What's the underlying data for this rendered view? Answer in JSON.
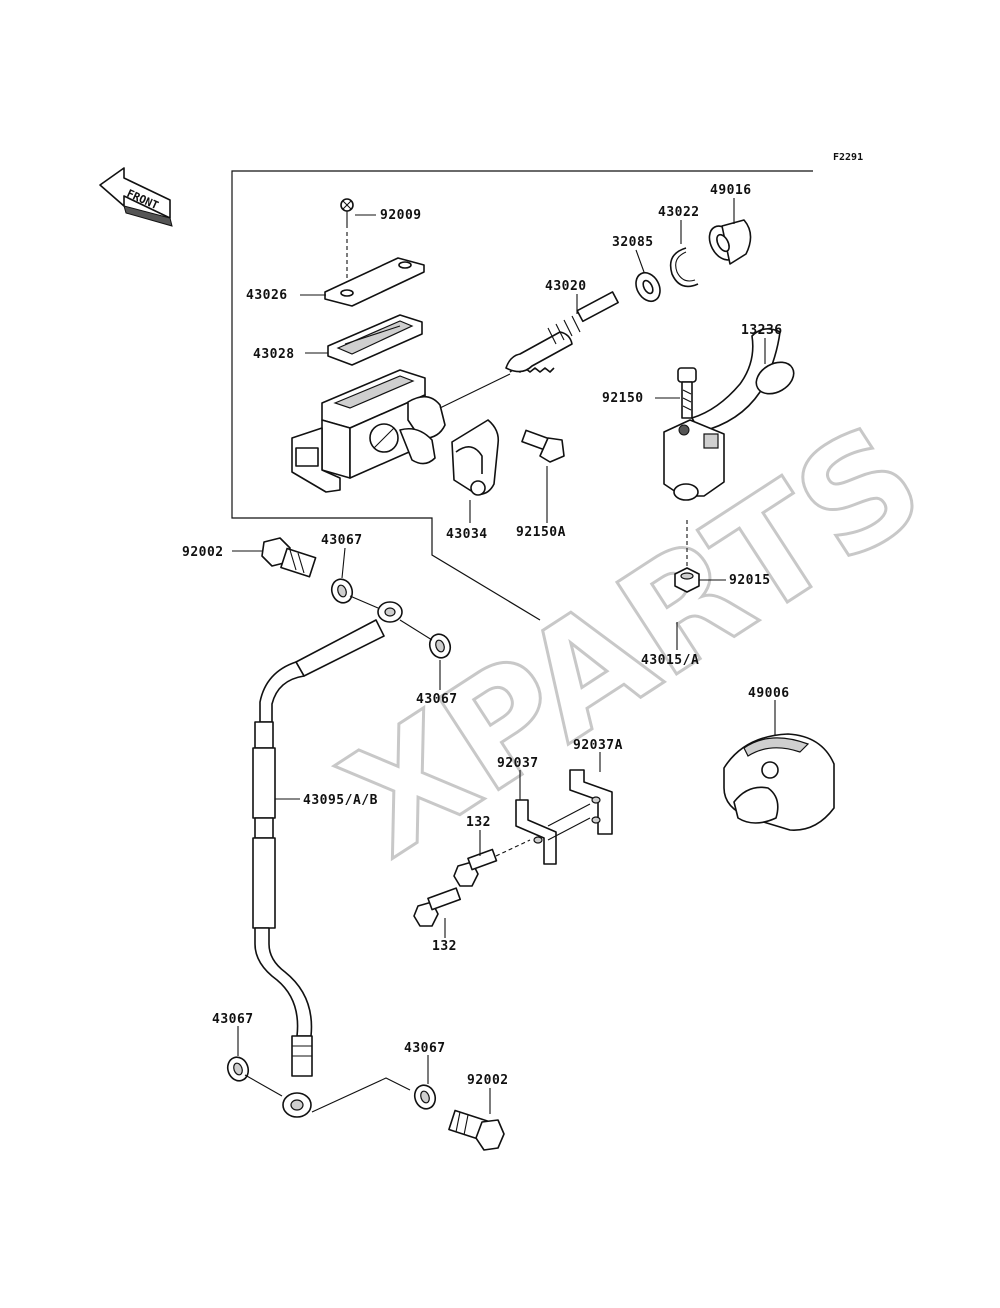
{
  "figure_code": "F2291",
  "watermark": "XPARTS",
  "front_arrow_label": "FRONT",
  "callouts": {
    "p92009": "92009",
    "p43026": "43026",
    "p43028": "43028",
    "p43020": "43020",
    "p32085": "32085",
    "p43022": "43022",
    "p49016": "49016",
    "p13236": "13236",
    "p92150": "92150",
    "p43034": "43034",
    "p92150A": "92150A",
    "p92015": "92015",
    "p43015A": "43015/A",
    "p92002_top": "92002",
    "p43067_a": "43067",
    "p43067_b": "43067",
    "p49006": "49006",
    "p43095": "43095/A/B",
    "p92037A": "92037A",
    "p92037": "92037",
    "p132_a": "132",
    "p132_b": "132",
    "p43067_c": "43067",
    "p43067_d": "43067",
    "p92002_bottom": "92002"
  }
}
